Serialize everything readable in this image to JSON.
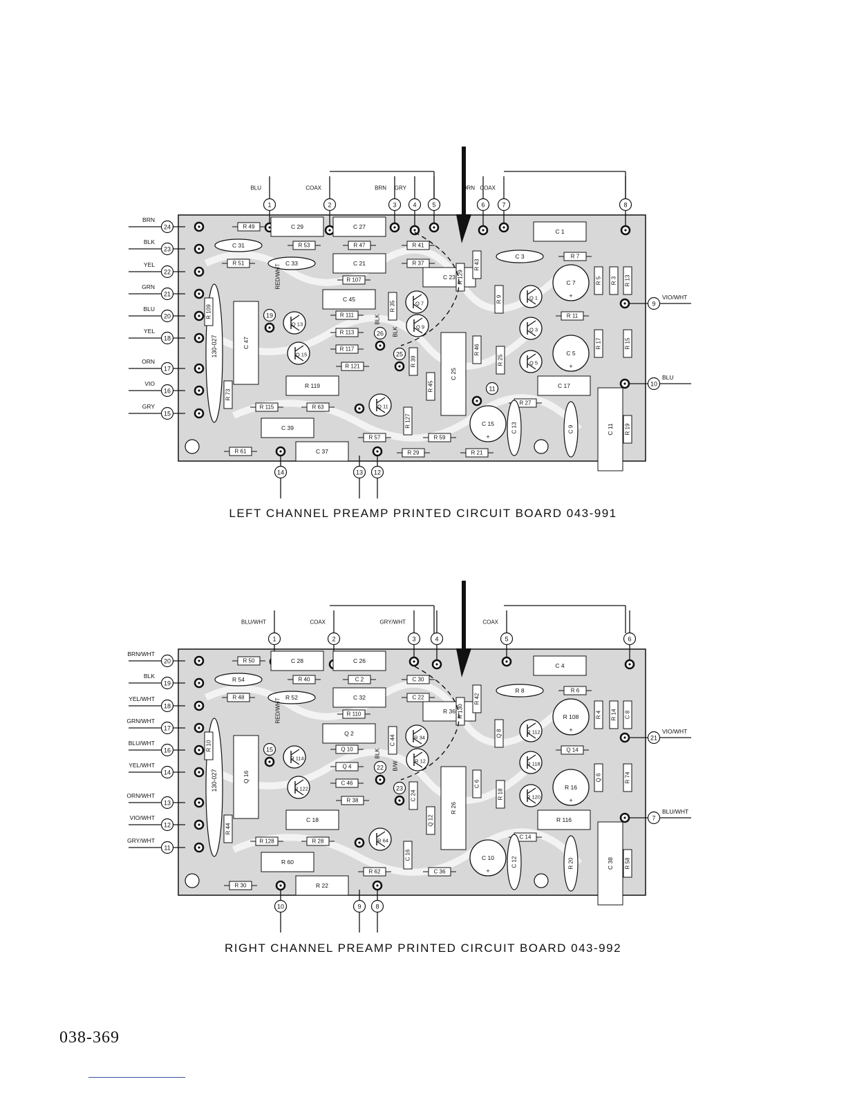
{
  "document": {
    "doc_number": "038-369"
  },
  "boards": [
    {
      "caption": "LEFT CHANNEL PREAMP PRINTED CIRCUIT BOARD 043-991",
      "board_code": "130-027",
      "top_terminals": [
        {
          "num": "1",
          "wire": "BLU"
        },
        {
          "num": "2",
          "wire": "COAX"
        },
        {
          "num": "3",
          "wire": "BRN"
        },
        {
          "num": "4",
          "wire": "GRY"
        },
        {
          "num": "5",
          "wire": ""
        },
        {
          "num": "6",
          "wire": "ORN"
        },
        {
          "num": "7",
          "wire": "COAX"
        },
        {
          "num": "8",
          "wire": ""
        }
      ],
      "left_terminals": [
        {
          "num": "24",
          "wire": "BRN"
        },
        {
          "num": "23",
          "wire": "BLK"
        },
        {
          "num": "22",
          "wire": "YEL"
        },
        {
          "num": "21",
          "wire": "GRN"
        },
        {
          "num": "20",
          "wire": "BLU"
        },
        {
          "num": "18",
          "wire": "YEL"
        },
        {
          "num": "17",
          "wire": "ORN"
        },
        {
          "num": "16",
          "wire": "VIO"
        },
        {
          "num": "15",
          "wire": "GRY"
        }
      ],
      "right_terminals": [
        {
          "num": "9",
          "wire": "VIO/WHT"
        },
        {
          "num": "10",
          "wire": "BLU"
        }
      ],
      "bottom_terminals": [
        {
          "num": "14"
        },
        {
          "num": "13"
        },
        {
          "num": "12"
        }
      ],
      "internal_terminals": [
        "19",
        "26",
        "25",
        "11"
      ],
      "jumper_labels": [
        "RED/WHT",
        "BLK",
        "BLK"
      ],
      "components": [
        "R 49",
        "C 29",
        "C 27",
        "R 53",
        "R 47",
        "R 41",
        "C 31",
        "R 51",
        "C 33",
        "C 21",
        "R 37",
        "C 23",
        "R 129",
        "R 43",
        "C 1",
        "C 3",
        "R 7",
        "R 5",
        "R 3",
        "R 13",
        "C 7",
        "R 107",
        "R 109",
        "C 45",
        "R 35",
        "Q 7",
        "R 9",
        "Q 1",
        "R 111",
        "Q 9",
        "R 11",
        "Q 13",
        "R 113",
        "Q 3",
        "R 117",
        "C 47",
        "Q 15",
        "R 121",
        "R 39",
        "C 25",
        "R 46",
        "R 25",
        "C 5",
        "R 17",
        "R 15",
        "Q 5",
        "R 73",
        "R 119",
        "R 45",
        "C 17",
        "Q 11",
        "R 115",
        "R 63",
        "R 127",
        "R 27",
        "C 15",
        "C 13",
        "C 9",
        "C 11",
        "R 19",
        "C 39",
        "R 57",
        "R 59",
        "R 61",
        "C 37",
        "R 29",
        "R 21"
      ]
    },
    {
      "caption": "RIGHT CHANNEL PREAMP PRINTED CIRCUIT BOARD 043-992",
      "board_code": "130-027",
      "top_terminals": [
        {
          "num": "1",
          "wire": "BLU/WHT"
        },
        {
          "num": "2",
          "wire": "COAX"
        },
        {
          "num": "3",
          "wire": "GRY/WHT"
        },
        {
          "num": "4",
          "wire": ""
        },
        {
          "num": "5",
          "wire": "COAX"
        },
        {
          "num": "6",
          "wire": ""
        }
      ],
      "left_terminals": [
        {
          "num": "20",
          "wire": "BRN/WHT"
        },
        {
          "num": "19",
          "wire": "BLK"
        },
        {
          "num": "18",
          "wire": "YEL/WHT"
        },
        {
          "num": "17",
          "wire": "GRN/WHT"
        },
        {
          "num": "16",
          "wire": "BLU/WHT"
        },
        {
          "num": "14",
          "wire": "YEL/WHT"
        },
        {
          "num": "13",
          "wire": "ORN/WHT"
        },
        {
          "num": "12",
          "wire": "VIO/WHT"
        },
        {
          "num": "11",
          "wire": "GRY/WHT"
        }
      ],
      "right_terminals": [
        {
          "num": "21",
          "wire": "VIO/WHT"
        },
        {
          "num": "7",
          "wire": "BLU/WHT"
        }
      ],
      "bottom_terminals": [
        {
          "num": "10"
        },
        {
          "num": "9"
        },
        {
          "num": "8"
        }
      ],
      "internal_terminals": [
        "15",
        "22",
        "23"
      ],
      "jumper_labels": [
        "RED/WHT",
        "BLK",
        "B/W"
      ],
      "components": [
        "R 50",
        "C 28",
        "C 26",
        "R 40",
        "C 2",
        "C 30",
        "R 54",
        "R 48",
        "R 52",
        "C 32",
        "C 22",
        "R 36",
        "R 130",
        "R 42",
        "C 4",
        "R 8",
        "R 6",
        "R 4",
        "R 14",
        "C 8",
        "R 108",
        "R 110",
        "R 10",
        "Q 2",
        "C 44",
        "R 34",
        "Q 8",
        "R 112",
        "Q 10",
        "R 12",
        "Q 14",
        "R 114",
        "Q 4",
        "R 118",
        "C 46",
        "Q 16",
        "R 122",
        "R 38",
        "C 24",
        "R 26",
        "C 6",
        "R 18",
        "R 16",
        "Q 6",
        "R 74",
        "R 120",
        "R 44",
        "C 18",
        "Q 12",
        "R 116",
        "R 64",
        "R 128",
        "R 28",
        "C 16",
        "C 14",
        "C 10",
        "C 12",
        "R 20",
        "C 38",
        "R 58",
        "R 60",
        "R 62",
        "C 36",
        "R 30",
        "R 22"
      ]
    }
  ]
}
